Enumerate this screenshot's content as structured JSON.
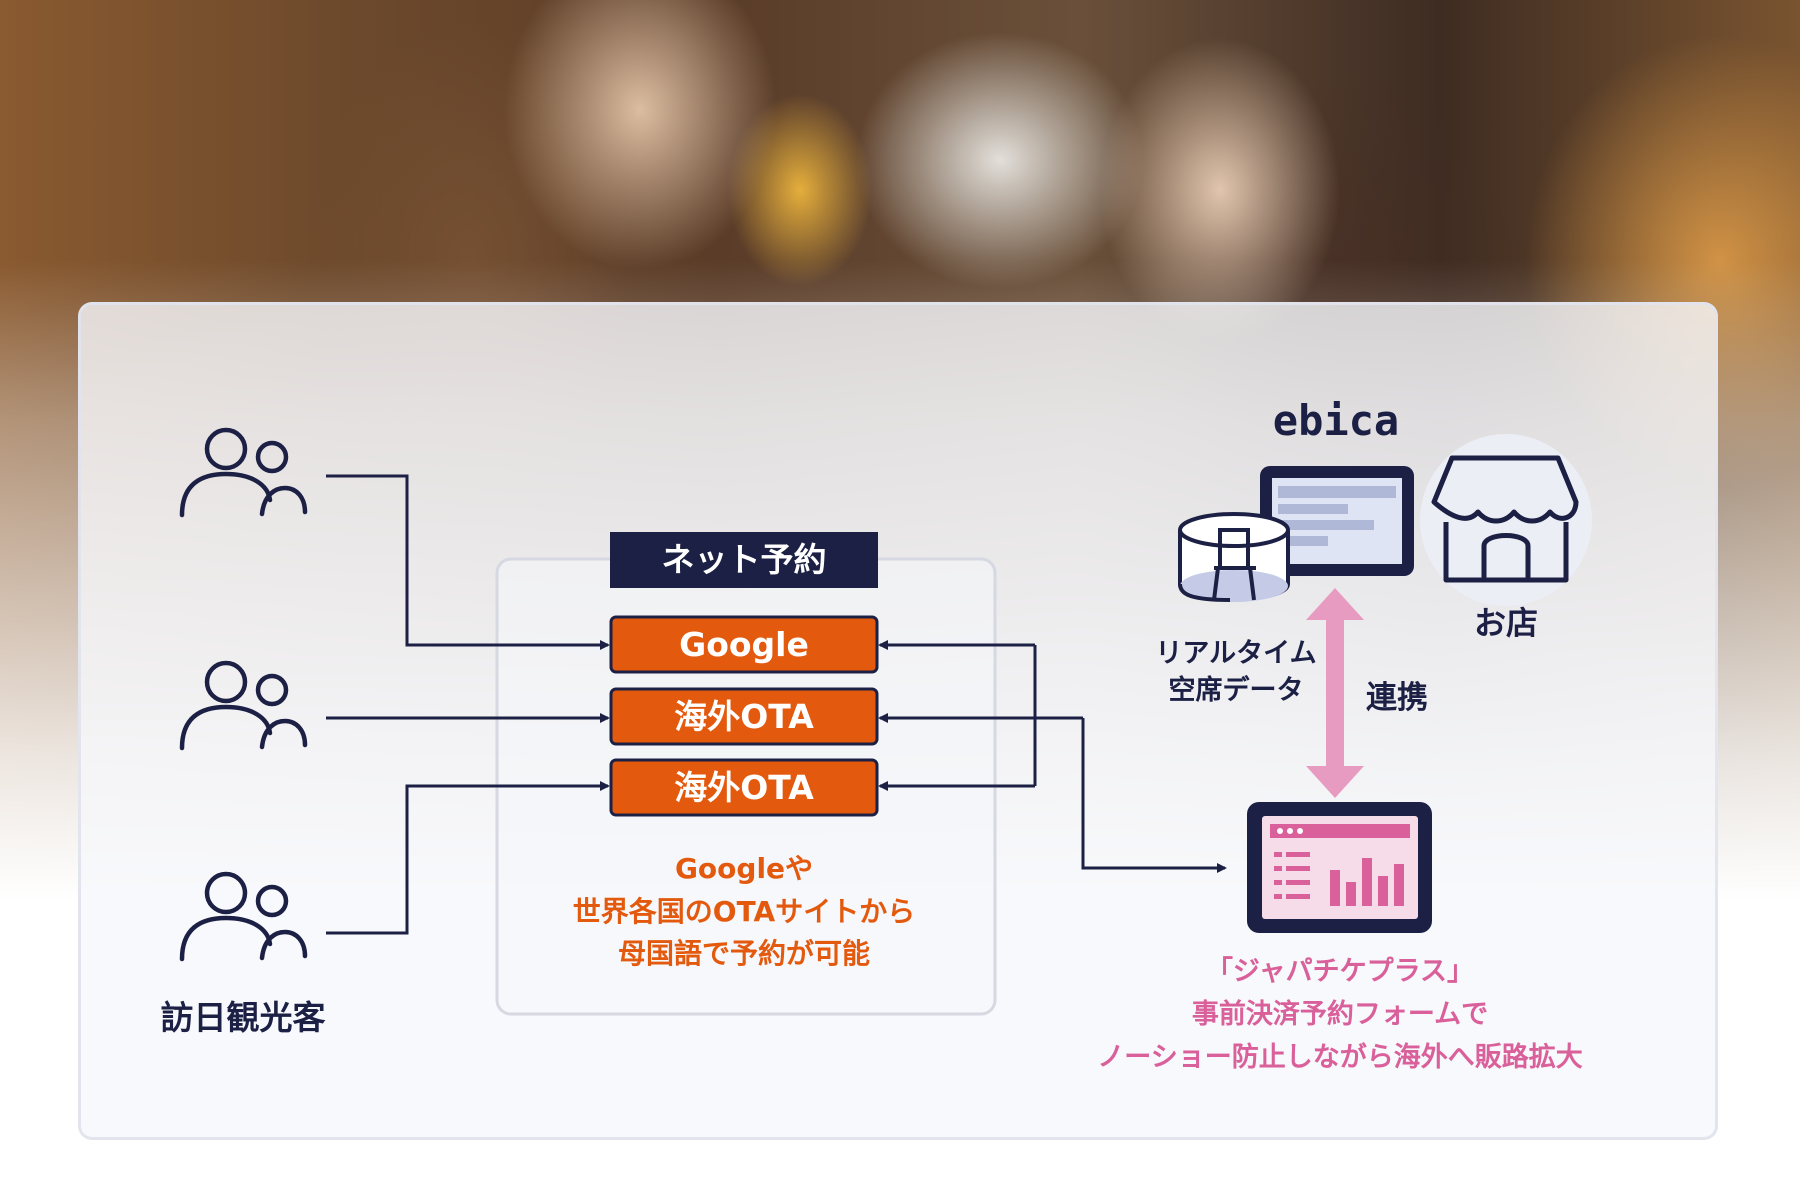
{
  "net_reservation": {
    "title": "ネット予約",
    "items": [
      {
        "label": "Google"
      },
      {
        "label": "海外OTA"
      },
      {
        "label": "海外OTA"
      }
    ],
    "description": [
      "Googleや",
      "世界各国のOTAサイトから",
      "母国語で予約が可能"
    ]
  },
  "visitors": {
    "label": "訪日観光客",
    "icon": "people-icon"
  },
  "ebica": {
    "logo": "ebica",
    "store_label": "お店",
    "seat_data": [
      "リアルタイム",
      "空席データ"
    ],
    "link_label": "連携"
  },
  "japatike": {
    "description": [
      "「ジャパチケプラス」",
      "事前決済予約フォームで",
      "ノーショー防止しながら海外へ販路拡大"
    ]
  },
  "colors": {
    "navy": "#1c2044",
    "orange": "#e35a0e",
    "pink": "#d9609a",
    "pink_light": "#e89bc0"
  }
}
